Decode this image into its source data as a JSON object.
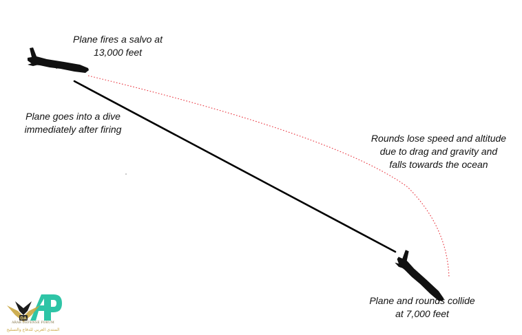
{
  "labels": {
    "fire": [
      "Plane fires a salvo at",
      "13,000 feet"
    ],
    "dive": [
      "Plane goes into a dive",
      "immediately after firing"
    ],
    "rounds": [
      "Rounds lose speed and altitude",
      "due to drag and gravity and",
      "falls towards the ocean"
    ],
    "collide": [
      "Plane and rounds collide",
      "at 7,000 feet"
    ]
  },
  "logo": {
    "letters": "AP",
    "abbr": "DA",
    "name_en": "ARAB DEFENSE FORUM",
    "name_ar": "المنتدى العربي للدفاع والتسليح"
  },
  "colors": {
    "dive_path": "#000000",
    "round_path": "#e8323c",
    "plane": "#111111",
    "logo_teal": "#2ec4a6",
    "logo_gold": "#c9a640"
  },
  "icons": [
    "jet-aircraft-icon",
    "site-logo-icon"
  ]
}
